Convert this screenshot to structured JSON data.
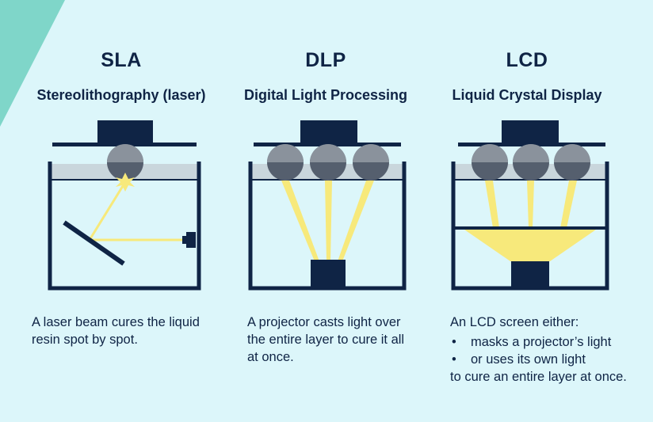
{
  "columns": [
    {
      "title": "SLA",
      "subtitle": "Stereolithography (laser)",
      "description": "A laser beam cures the liquid resin spot by spot."
    },
    {
      "title": "DLP",
      "subtitle": "Digital Light Processing",
      "description": "A projector casts light over the entire layer to cure it all at once."
    },
    {
      "title": "LCD",
      "subtitle": "Liquid Crystal Display",
      "description_intro": "An LCD screen either:",
      "bullets": [
        "masks a projector’s light",
        "or uses its own light"
      ],
      "description_outro": "to cure an entire layer at once."
    }
  ],
  "colors": {
    "background": "#dcf6fa",
    "frame": "#0f2445",
    "light_beam": "#f7e97b",
    "lens": "#555f6e",
    "corner_accent": "#7fd6c9",
    "resin_layer": "#c9d6dc"
  }
}
